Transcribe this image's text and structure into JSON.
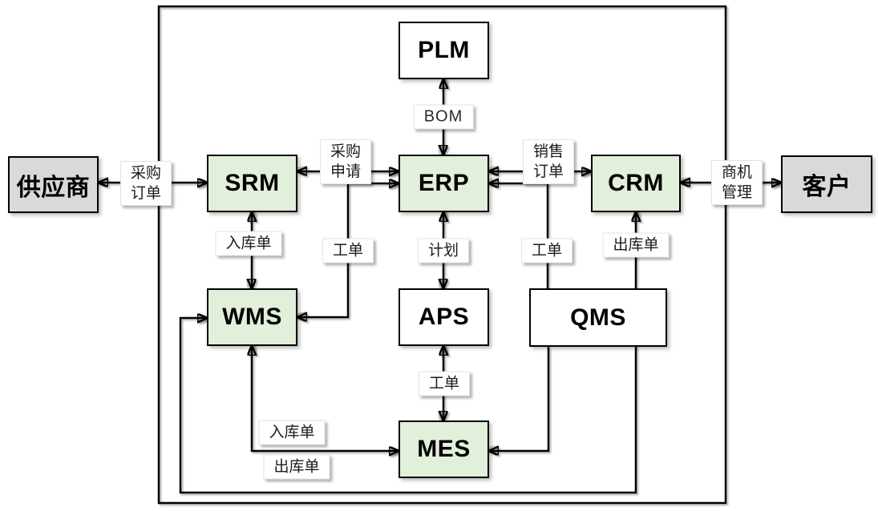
{
  "diagram": {
    "nodes": {
      "plm": {
        "label": "PLM"
      },
      "srm": {
        "label": "SRM"
      },
      "erp": {
        "label": "ERP"
      },
      "crm": {
        "label": "CRM"
      },
      "wms": {
        "label": "WMS"
      },
      "aps": {
        "label": "APS"
      },
      "qms": {
        "label": "QMS"
      },
      "mes": {
        "label": "MES"
      },
      "supplier": {
        "label": "供应商"
      },
      "customer": {
        "label": "客户"
      }
    },
    "chips": {
      "bom": {
        "text": "BOM"
      },
      "purchase_order": {
        "text": "采购\n订单"
      },
      "purchase_request": {
        "text": "采购\n申请"
      },
      "sales_order": {
        "text": "销售\n订单"
      },
      "opportunity_mgmt": {
        "text": "商机\n管理"
      },
      "inbound_srm_wms": {
        "text": "入库单"
      },
      "workorder_erp_wms": {
        "text": "工单"
      },
      "plan": {
        "text": "计划"
      },
      "workorder_erp_qms": {
        "text": "工单"
      },
      "outbound_wms_crm": {
        "text": "出库单"
      },
      "workorder_aps_mes": {
        "text": "工单"
      },
      "inbound_wms_mes": {
        "text": "入库单"
      },
      "outbound_wms_mes": {
        "text": "出库单"
      }
    },
    "edges": [
      {
        "from": "supplier",
        "to": "srm",
        "label": "采购订单",
        "bidirectional": true
      },
      {
        "from": "srm",
        "to": "erp",
        "label": "采购申请",
        "bidirectional": true
      },
      {
        "from": "erp",
        "to": "wms",
        "label": "工单",
        "bidirectional": true
      },
      {
        "from": "erp",
        "to": "crm",
        "label": "销售订单",
        "bidirectional": true
      },
      {
        "from": "qms",
        "to": "erp",
        "label": "工单",
        "bidirectional": false
      },
      {
        "from": "crm",
        "to": "customer",
        "label": "商机管理",
        "bidirectional": true
      },
      {
        "from": "plm",
        "to": "erp",
        "label": "BOM",
        "bidirectional": true
      },
      {
        "from": "srm",
        "to": "wms",
        "label": "入库单",
        "bidirectional": true
      },
      {
        "from": "erp",
        "to": "aps",
        "label": "计划",
        "bidirectional": true
      },
      {
        "from": "wms",
        "to": "crm",
        "label": "出库单",
        "bidirectional": true
      },
      {
        "from": "aps",
        "to": "mes",
        "label": "工单",
        "bidirectional": true
      },
      {
        "from": "wms",
        "to": "mes",
        "label": "入库单/出库单",
        "bidirectional": true
      },
      {
        "from": "qms",
        "to": "mes",
        "label": "",
        "bidirectional": false
      }
    ],
    "colors": {
      "system_fill": "#e2efda",
      "external_fill": "#d9d9d9",
      "plain_fill": "#ffffff",
      "line": "#000000",
      "chip_fill": "#ffffff"
    }
  }
}
